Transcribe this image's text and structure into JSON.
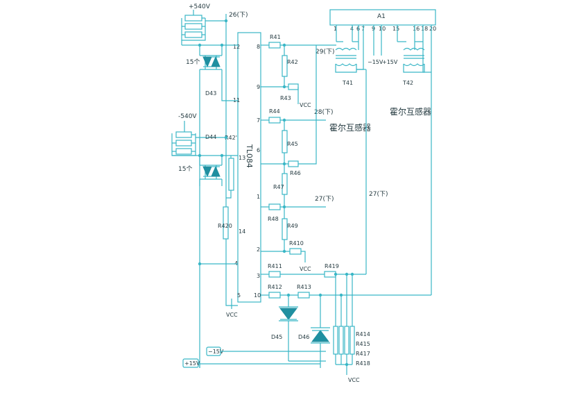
{
  "supply": {
    "pos540": "+540V",
    "neg540": "-540V",
    "count_top": "15个",
    "count_bottom": "15个",
    "vcc": "VCC",
    "neg15": "−15V",
    "pos15": "+15V",
    "neg15_top": "−15V",
    "pos15_top": "+15V"
  },
  "chip": {
    "name": "TL084",
    "pins": [
      "12",
      "8",
      "11",
      "9",
      "7",
      "6",
      "13",
      "1",
      "14",
      "2",
      "4",
      "3",
      "5",
      "10"
    ]
  },
  "module": {
    "name": "A1",
    "pins": [
      "1",
      "4",
      "6",
      "7",
      "9",
      "10",
      "15",
      "16",
      "18",
      "20"
    ]
  },
  "transformers": [
    "T41",
    "T42"
  ],
  "hall": {
    "a": "霍尔互感器",
    "b": "霍尔互感器"
  },
  "nets": {
    "n26": "26(下)",
    "n29": "29(下)",
    "n28": "28(下)",
    "n27a": "27(下)",
    "n27b": "27(下)"
  },
  "diodes": [
    "D43",
    "D44",
    "D45",
    "D46"
  ],
  "resistors": [
    "R41",
    "R42",
    "R43",
    "R44",
    "R45",
    "R46",
    "R47",
    "R48",
    "R49",
    "R410",
    "R411",
    "R412",
    "R413",
    "R419",
    "R42'",
    "R420",
    "R414",
    "R415",
    "R417",
    "R418"
  ],
  "colors": {
    "wire": "#39b6c6",
    "diode": "#1f8fa0",
    "text": "#243a40"
  }
}
